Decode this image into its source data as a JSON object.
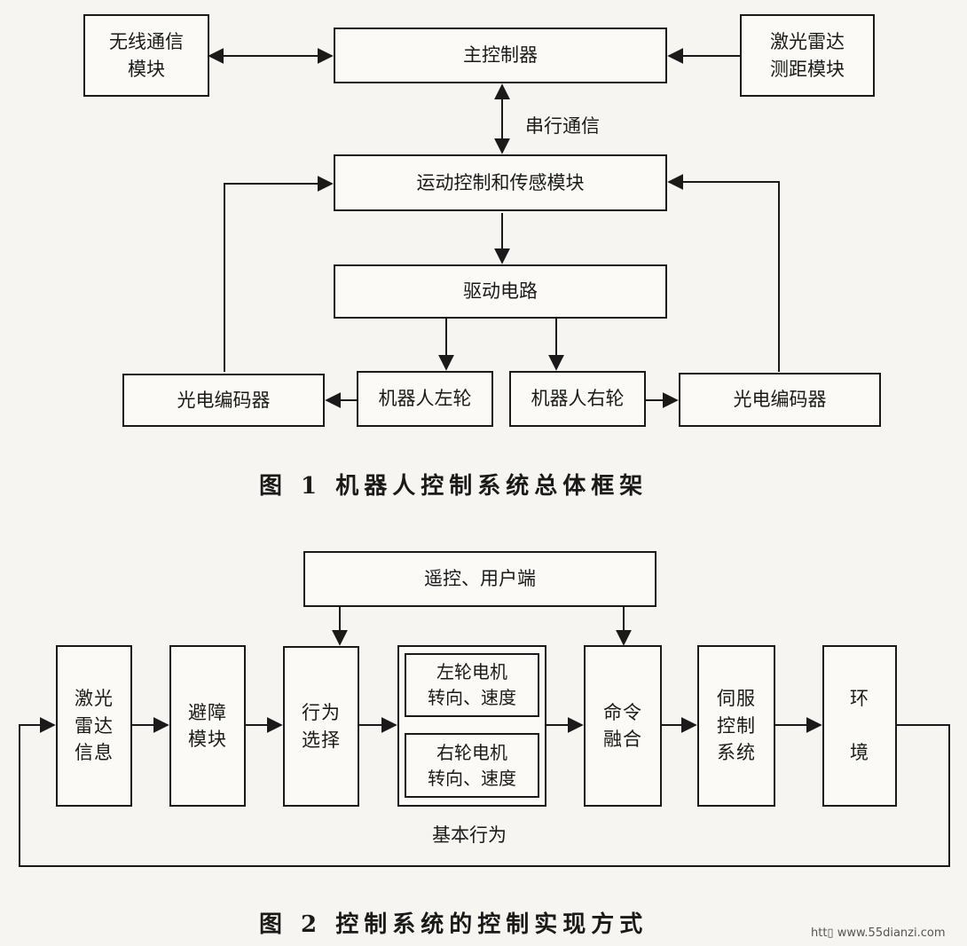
{
  "fig1": {
    "wireless": "无线通信\n模块",
    "main_ctrl": "主控制器",
    "lidar": "激光雷达\n测距模块",
    "serial_label": "串行通信",
    "motion": "运动控制和传感模块",
    "drive": "驱动电路",
    "encoder_left": "光电编码器",
    "wheel_left": "机器人左轮",
    "wheel_right": "机器人右轮",
    "encoder_right": "光电编码器",
    "caption": "图 1   机器人控制系统总体框架"
  },
  "fig2": {
    "remote": "遥控、用户端",
    "lidar_info": "激光\n雷达\n信息",
    "avoid": "避障\n模块",
    "behavior_select": "行为\n选择",
    "left_motor": "左轮电机\n转向、速度",
    "right_motor": "右轮电机\n转向、速度",
    "basic_behavior": "基本行为",
    "fusion": "命令\n融合",
    "servo": "伺服\n控制\n系统",
    "env": "环\n\n境",
    "caption": "图 2   控制系统的控制实现方式"
  },
  "watermark": "htt▯ www.55dianzi.com"
}
